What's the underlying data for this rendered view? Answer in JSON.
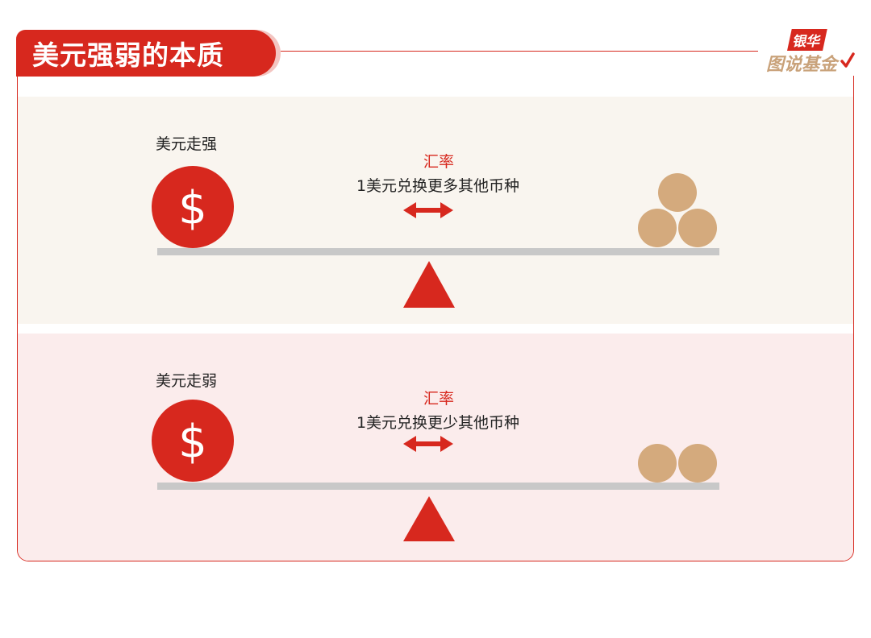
{
  "header": {
    "title": "美元强弱的本质",
    "logo_top": "银华",
    "logo_bottom": "图说基金"
  },
  "scenes": [
    {
      "label": "美元走强",
      "rate_title": "汇率",
      "rate_desc": "1美元兑换更多其他币种",
      "dollar_symbol": "$",
      "coin_count": 3
    },
    {
      "label": "美元走弱",
      "rate_title": "汇率",
      "rate_desc": "1美元兑换更少其他币种",
      "dollar_symbol": "$",
      "coin_count": 2
    }
  ],
  "colors": {
    "accent": "#d7281e",
    "coin": "#d4aa7d",
    "beam": "#c8c8c8",
    "panel_top": "#f9f5ef",
    "panel_bottom": "#fbecec"
  },
  "icons": [
    "dollar-coin-icon",
    "double-arrow-icon",
    "fulcrum-triangle-icon",
    "coin-icon",
    "checkmark-icon"
  ]
}
